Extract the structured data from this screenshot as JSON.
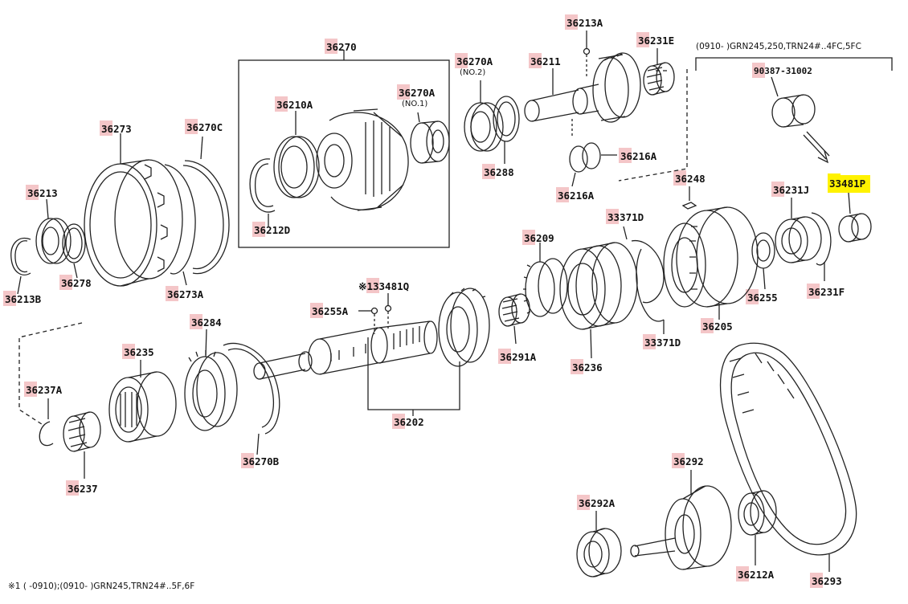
{
  "diagram": {
    "header_note": "(0910-      )GRN245,250,TRN24#..4FC,5FC",
    "footer_note": "※1 (      -0910);(0910-      )GRN245,TRN24#..5F,6F",
    "selected_part": "33481P",
    "parts": {
      "p36270": "36270",
      "p36270A_no2": "36270A",
      "no2": "(NO.2)",
      "p36211": "36211",
      "p36213A": "36213A",
      "p36231E": "36231E",
      "p90387": "90387-31002",
      "p36210A": "36210A",
      "p36270A_no1": "36270A",
      "no1": "(NO.1)",
      "p36273": "36273",
      "p36270C": "36270C",
      "p36288": "36288",
      "p36216A_r": "36216A",
      "p36216A_l": "36216A",
      "p36248": "36248",
      "p36231J": "36231J",
      "p33481P": "33481P",
      "p36213": "36213",
      "p36212D": "36212D",
      "p33371D_top": "33371D",
      "p36209": "36209",
      "p36278": "36278",
      "p36213B": "36213B",
      "p36273A": "36273A",
      "p33481Q": "※133481Q",
      "p36255A": "36255A",
      "p36255": "36255",
      "p36231F": "36231F",
      "p36284": "36284",
      "p36205": "36205",
      "p33371D_bot": "33371D",
      "p36291A": "36291A",
      "p36235": "36235",
      "p36236": "36236",
      "p36237A": "36237A",
      "p36202": "36202",
      "p36270B": "36270B",
      "p36237": "36237",
      "p36292": "36292",
      "p36292A": "36292A",
      "p36212A": "36212A",
      "p36293": "36293"
    }
  },
  "colors": {
    "label_highlight": "#f4c6c8",
    "selected_highlight": "#fff200",
    "line": "#222222"
  }
}
